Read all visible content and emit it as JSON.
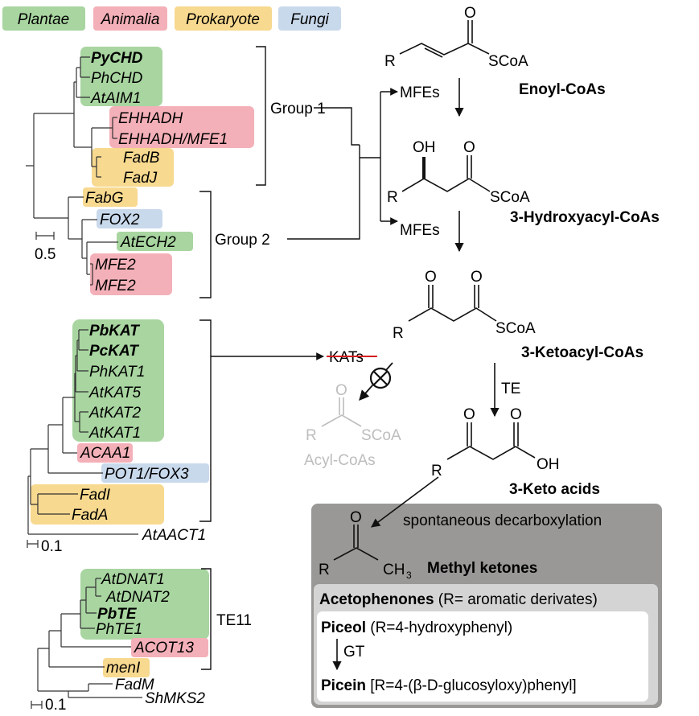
{
  "legend": [
    {
      "label": "Plantae",
      "color": "#a8d5a0"
    },
    {
      "label": "Animalia",
      "color": "#f4b0b8"
    },
    {
      "label": "Prokaryote",
      "color": "#f7d98f"
    },
    {
      "label": "Fungi",
      "color": "#c9d9ec"
    }
  ],
  "colors": {
    "plant": "#a8d5a0",
    "animal": "#f4b0b8",
    "prok": "#f7d98f",
    "fungi": "#c9d9ec",
    "dark_box": "#9a9896",
    "mid_box": "#d4d4d4",
    "crossed": "#d41e1e",
    "faded": "#bdbdbd"
  },
  "tree1": {
    "taxa": [
      "PyCHD",
      "PhCHD",
      "AtAIM1",
      "EHHADH",
      "EHHADH/MFE1",
      "FadB",
      "FadJ",
      "FabG",
      "FOX2",
      "AtECH2",
      "MFE2",
      "MFE2"
    ],
    "bold_taxa": [
      "PyCHD"
    ],
    "scale": "0.5",
    "group1": "Group 1",
    "group2": "Group 2"
  },
  "tree2": {
    "taxa": [
      "PbKAT",
      "PcKAT",
      "PhKAT1",
      "AtKAT5",
      "AtKAT2",
      "AtKAT1",
      "ACAA1",
      "POT1/FOX3",
      "FadI",
      "FadA",
      "AtAACT1"
    ],
    "bold_taxa": [
      "PbKAT",
      "PcKAT"
    ],
    "scale": "0.1"
  },
  "tree3": {
    "taxa": [
      "AtDNAT1",
      "AtDNAT2",
      "PbTE",
      "PhTE1",
      "ACOT13",
      "menI",
      "FadM",
      "ShMKS2"
    ],
    "bold_taxa": [
      "PbTE"
    ],
    "scale": "0.1",
    "group": "TE11"
  },
  "pathway": {
    "enoyl": "Enoyl-CoAs",
    "hydroxy": "3-Hydroxyacyl-CoAs",
    "ketoacyl": "3-Ketoacyl-CoAs",
    "ketoacids": "3-Keto acids",
    "mfes": "MFEs",
    "kats": "KATs",
    "te": "TE",
    "acylcoa": "Acyl-CoAs",
    "atoms": {
      "R": "R",
      "O": "O",
      "OH": "OH",
      "SCoA": "SCoA",
      "CH3": "CH",
      "sub3": "3"
    }
  },
  "box": {
    "decarb": "spontaneous decarboxylation",
    "methyl": "Methyl ketones",
    "aceto_bold": "Acetophenones",
    "aceto_rest": " (R= aromatic derivates)",
    "piceol_bold": "Piceol",
    "piceol_rest": " (R=4-hydroxyphenyl)",
    "gt": "GT",
    "picein_bold": "Picein",
    "picein_rest": " [R=4-(β-D-glucosyloxy)phenyl]"
  }
}
